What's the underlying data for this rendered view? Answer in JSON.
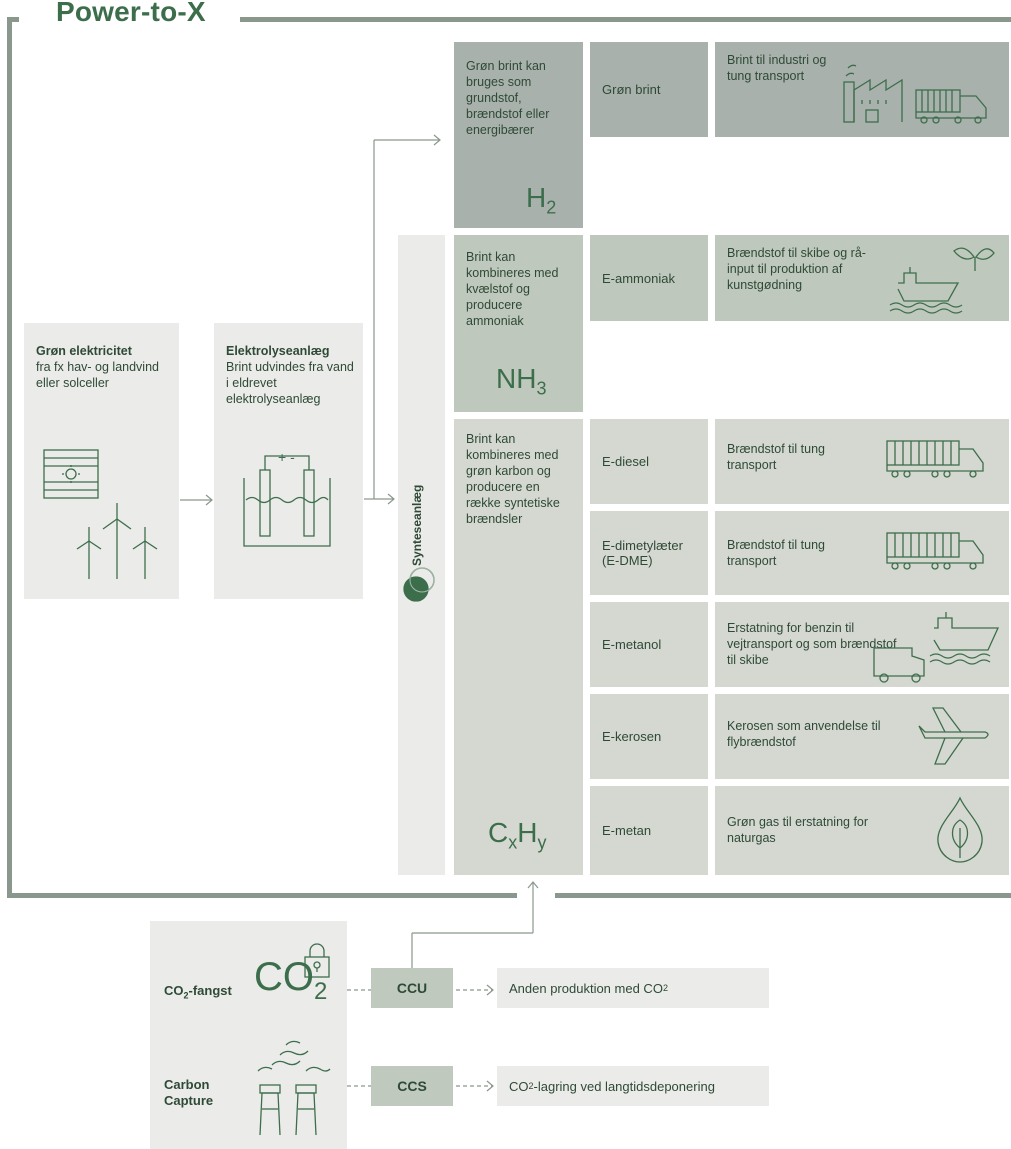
{
  "title": "Power-to-X",
  "colors": {
    "frame": "#8a978c",
    "h2_panel": "#a9b1ac",
    "nh3_panel": "#bfc8bc",
    "cxhy_panel": "#d4d8d0",
    "light_box": "#ebebe9",
    "accent_green": "#3d6e4c"
  },
  "source": {
    "heading": "Grøn elektricitet",
    "text": "fra fx hav- og landvind eller solceller",
    "icons": [
      "solar-panel-icon",
      "wind-turbines-icon"
    ]
  },
  "electrolysis": {
    "heading": "Elektrolyseanlæg",
    "text": "Brint udvindes fra vand i eldrevet elektrolyseanlæg",
    "icon": "electrolysis-cell-icon",
    "symbol": "+ -"
  },
  "synthesis": {
    "label": "Synteseanlæg",
    "icon": "synthesis-circles-icon"
  },
  "groups": [
    {
      "description": "Grøn brint kan bruges som grundstof, brændstof eller energibærer",
      "formula_main": "H",
      "formula_sub": "2",
      "formula_mid": "",
      "formula_mid_sub": "",
      "products": [
        {
          "name": "Grøn brint",
          "use": "Brint til industri og tung transport",
          "icon": "factory-truck-icon"
        }
      ]
    },
    {
      "description": "Brint kan kombineres med kvælstof og producere ammoniak",
      "formula_main": "NH",
      "formula_sub": "3",
      "formula_mid": "",
      "formula_mid_sub": "",
      "products": [
        {
          "name": "E-ammoniak",
          "use": "Brændstof til skibe og rå-input til produktion af kunstgødning",
          "icon": "ship-plant-icon"
        }
      ]
    },
    {
      "description": "Brint kan kombineres med grøn karbon og producere en række syntetiske brændsler",
      "formula_main": "C",
      "formula_sub": "x",
      "formula_mid": "H",
      "formula_mid_sub": "y",
      "products": [
        {
          "name": "E-diesel",
          "use": "Brændstof til tung transport",
          "icon": "truck-icon"
        },
        {
          "name": "E-dimetylæter (E-DME)",
          "use": "Brændstof til tung transport",
          "icon": "truck-icon"
        },
        {
          "name": "E-metanol",
          "use": "Erstatning for benzin til vejtransport og som brændstof til skibe",
          "icon": "ship-van-icon"
        },
        {
          "name": "E-kerosen",
          "use": "Kerosen som anvendelse til flybrændstof",
          "icon": "airplane-icon"
        },
        {
          "name": "E-metan",
          "use": "Grøn gas til erstatning for naturgas",
          "icon": "leaf-drop-icon"
        }
      ]
    }
  ],
  "capture": {
    "co2_label": "CO",
    "co2_label_sub": "2",
    "co2_label_suffix": "-fangst",
    "co2_icon_text": "CO",
    "co2_icon_sub": "2",
    "carbon_label": "Carbon Capture",
    "carbon_icon": "chimneys-icon",
    "ccu": "CCU",
    "ccs": "CCS",
    "ccu_out_prefix": "Anden produktion med CO",
    "ccu_out_sub": "2",
    "ccs_out_prefix": "CO",
    "ccs_out_sub": "2",
    "ccs_out_suffix": "-lagring ved langtidsdeponering"
  }
}
